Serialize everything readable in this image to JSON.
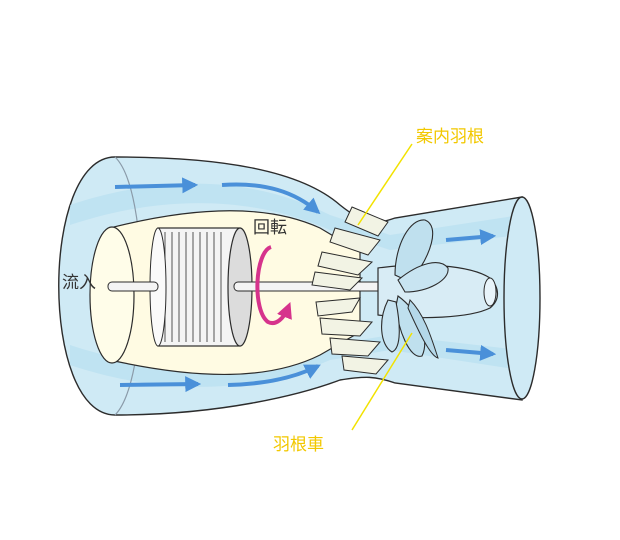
{
  "labels": {
    "inflow": "流入",
    "rotation": "回転",
    "guide_vanes": "案内羽根",
    "impeller": "羽根車"
  },
  "colors": {
    "casing_fill": "#cfeaf5",
    "casing_dark": "#b2dcee",
    "flow_arrow": "#4a90d9",
    "motor_body": "#fffbe3",
    "rotation_arrow": "#d6338c",
    "leader_line": "#f2e200",
    "label_yellow": "#f2c800",
    "label_dark": "#333333"
  }
}
